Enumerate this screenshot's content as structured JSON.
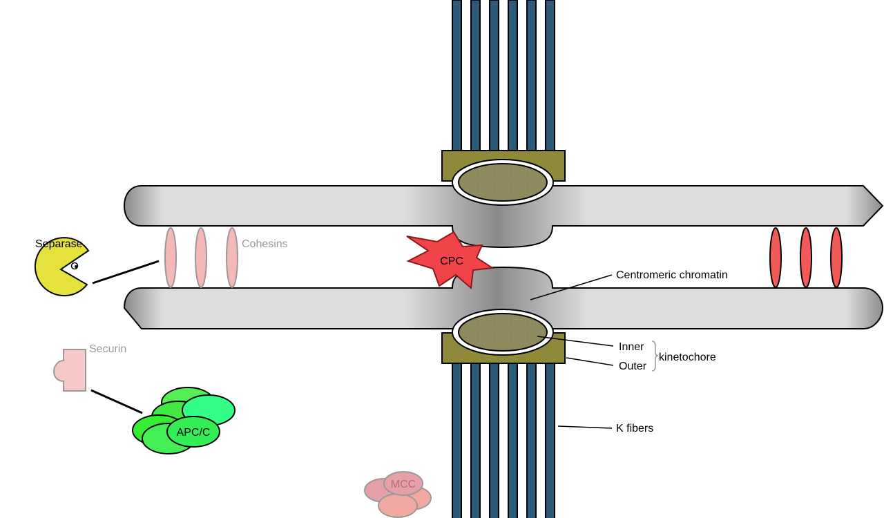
{
  "labels": {
    "separase": "Separase",
    "cohesins": "Cohesins",
    "securin": "Securin",
    "apc_c": "APC/C",
    "mcc": "MCC",
    "cpc": "CPC",
    "centromeric_chromatin": "Centromeric chromatin",
    "inner": "Inner",
    "outer": "Outer",
    "kinetochore": "kinetochore",
    "k_fibers": "K fibers"
  },
  "colors": {
    "chromatid_light": "#dddddd",
    "chromatid_dark": "#8a8a8a",
    "k_fiber": "#2c5a7a",
    "outer_kinetochore": "#8e8a3a",
    "inner_kinetochore": "#8f8b5f",
    "separase": "#e5e23e",
    "cohesin_faded": "#f4b8b8",
    "cohesin_active": "#f25a5a",
    "cpc": "#f0444a",
    "apc_c": "#44e844",
    "mcc": "#e8a0a8",
    "securin": "#f7c8c8"
  }
}
